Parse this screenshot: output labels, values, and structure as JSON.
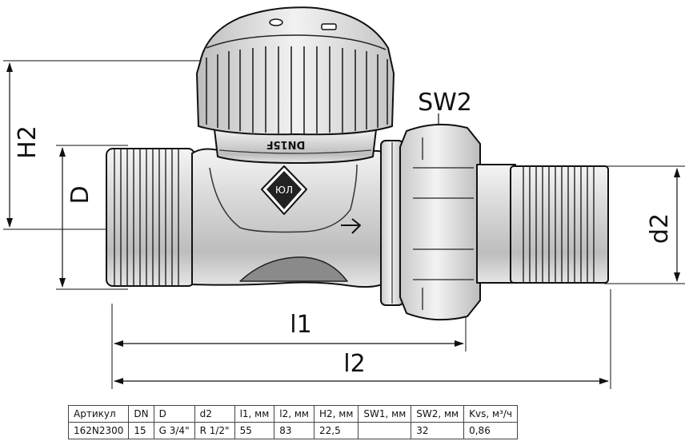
{
  "dimensions": {
    "h2": "H2",
    "d": "D",
    "d2": "d2",
    "sw2": "SW2",
    "l1": "l1",
    "l2": "l2"
  },
  "body_marking": "DN15F",
  "table": {
    "headers": [
      "Артикул",
      "DN",
      "D",
      "d2",
      "l1, мм",
      "l2, мм",
      "H2, мм",
      "SW1, мм",
      "SW2, мм",
      "Kvs, м³/ч"
    ],
    "rows": [
      [
        "162N2300",
        "15",
        "G 3/4\"",
        "R 1/2\"",
        "55",
        "83",
        "22,5",
        "",
        "32",
        "0,86"
      ]
    ]
  }
}
